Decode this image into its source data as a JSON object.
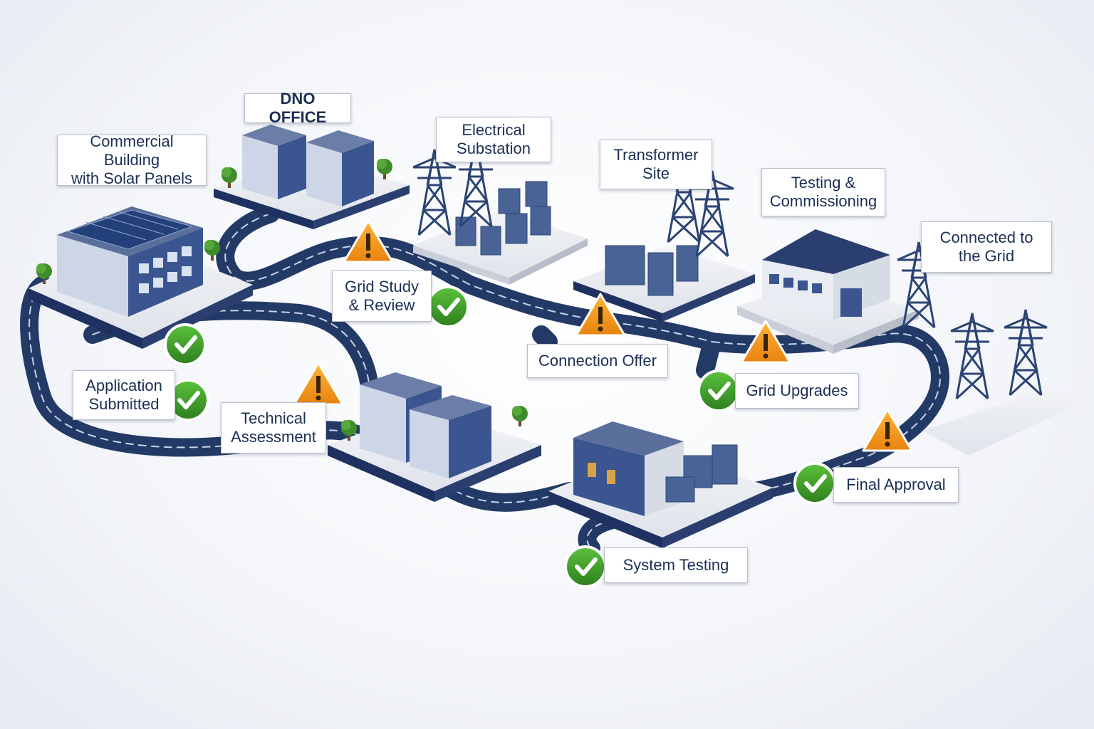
{
  "locations": {
    "commercial_building": [
      "Commercial Building",
      "with Solar Panels"
    ],
    "dno_office": "DNO OFFICE",
    "electrical_substation": [
      "Electrical",
      "Substation"
    ],
    "transformer_site": [
      "Transformer",
      "Site"
    ],
    "testing_commissioning": [
      "Testing &",
      "Commissioning"
    ],
    "connected_grid": [
      "Connected to",
      "the Grid"
    ]
  },
  "steps": {
    "application_submitted": [
      "Application",
      "Submitted"
    ],
    "technical_assessment": [
      "Technical",
      "Assessment"
    ],
    "grid_study": [
      "Grid Study",
      "& Review"
    ],
    "connection_offer": "Connection Offer",
    "grid_upgrades": "Grid Upgrades",
    "system_testing": "System Testing",
    "final_approval": "Final Approval"
  },
  "colors": {
    "road": "#243a66",
    "road_line": "#c9d3e6",
    "check_green": "#3f9a2c",
    "warning_orange": "#f29a1f",
    "text": "#1c2f55",
    "building_blue": "#3a5590"
  },
  "icons": {
    "check": "check-circle-icon",
    "warning": "warning-triangle-icon"
  }
}
